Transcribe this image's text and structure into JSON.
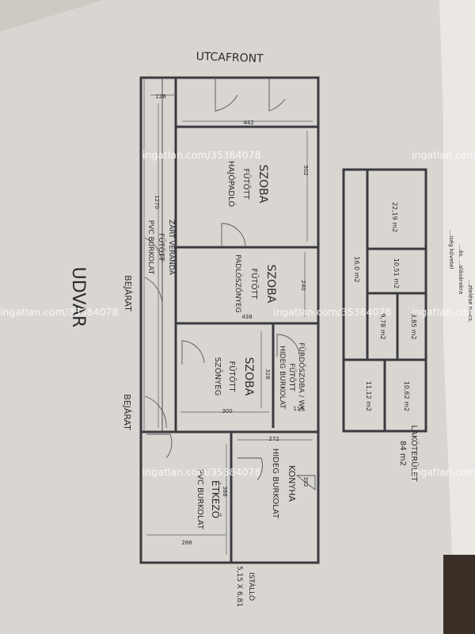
{
  "plan": {
    "street_label": "UTCAFRONT",
    "yard_label": "UDVAR",
    "entrances": [
      "BEJÁRAT",
      "BEJÁRAT"
    ],
    "stable_label": "ISTÁLLÓ",
    "stable_size": "5,15 X 6,81",
    "living_area_label": "LAKÓTERÜLET",
    "living_area_value": "84 m2",
    "rooms": [
      {
        "name": "SZOBA",
        "heating": "FŰTÖTT",
        "floor": "HAJÓPADLÓ"
      },
      {
        "name": "SZOBA",
        "heating": "FŰTÖTT",
        "floor": "PADLÓSZŐNYEG"
      },
      {
        "name": "SZOBA",
        "heating": "FŰTÖTT",
        "floor": "SZŐNYEG"
      },
      {
        "name": "FÜRDŐSZOBA / WC",
        "heating": "FŰTÖTT",
        "floor": "HIDEG BURKOLAT"
      },
      {
        "name": "KONYHA",
        "heating": "",
        "floor": "HIDEG BURKOLAT"
      },
      {
        "name": "ÉTKEZŐ",
        "heating": "",
        "floor": "PVC BURKOLAT"
      },
      {
        "name": "ZÁRT VERANDA",
        "heating": "FŰTÖTT",
        "floor": "PVC BURKOLAT"
      }
    ],
    "dimensions": [
      "126",
      "442",
      "502",
      "1270",
      "240",
      "438",
      "328",
      "300",
      "118",
      "272",
      "392",
      "388",
      "286"
    ],
    "area_table": [
      "22,19 m2",
      "16,0 m2",
      "10,51 m2",
      "3,85 m2",
      "9,78 m2",
      "10,62 m2",
      "11,12 m2"
    ]
  },
  "watermark": "ingatlan.com/35384078",
  "side_note": [
    "...iség követel",
    "...ás, ...alásárakra",
    "...ztelése nincs."
  ]
}
